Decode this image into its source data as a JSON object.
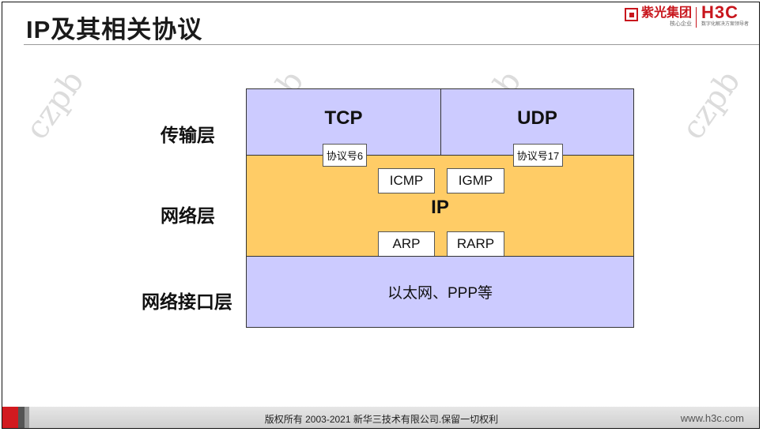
{
  "slide": {
    "title": "IP及其相关协议",
    "watermark": "czpb"
  },
  "logo": {
    "brand_cn": "紫光集团",
    "brand_tagline": "核心企业",
    "h3c": "H3C",
    "h3c_tagline": "数字化解决方案领导者"
  },
  "layers": {
    "transport": "传输层",
    "network": "网络层",
    "interface": "网络接口层"
  },
  "protocols": {
    "tcp": "TCP",
    "udp": "UDP",
    "tcp_port": "协议号6",
    "udp_port": "协议号17",
    "icmp": "ICMP",
    "igmp": "IGMP",
    "ip": "IP",
    "arp": "ARP",
    "rarp": "RARP",
    "interface_text": "以太网、PPP等"
  },
  "footer": {
    "copyright": "版权所有 2003-2021 新华三技术有限公司.保留一切权利",
    "url": "www.h3c.com"
  },
  "colors": {
    "transport_bg": "#cccbff",
    "network_bg": "#ffcc66",
    "interface_bg": "#cccbff",
    "brand_red": "#c8161d"
  }
}
